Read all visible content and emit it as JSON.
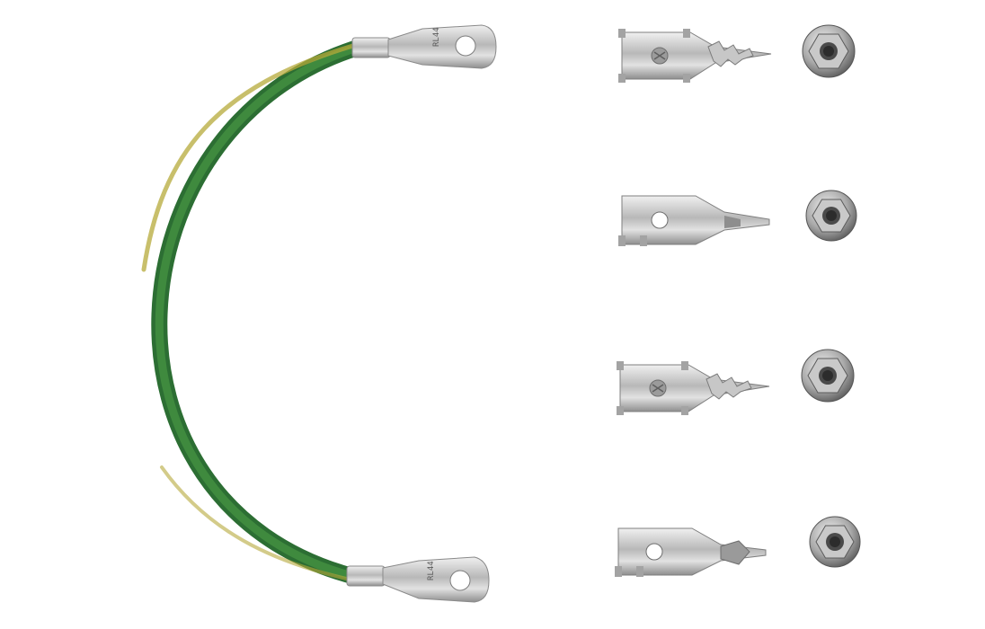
{
  "image": {
    "background_color": "#ffffff",
    "subject": "grounding-cable-kit",
    "cable": {
      "insulation_color": "#2f7a3a",
      "stripe_color": "#c9b92a",
      "lug_color": "#bdbdbd",
      "lugs": [
        {
          "stamp_text": "RL44"
        },
        {
          "stamp_text": "RL44"
        }
      ]
    },
    "clips": [
      {
        "style": "serrated"
      },
      {
        "style": "plain"
      },
      {
        "style": "serrated"
      },
      {
        "style": "plain"
      }
    ],
    "nuts": [
      {
        "type": "hex-flange"
      },
      {
        "type": "hex-flange"
      },
      {
        "type": "hex-flange"
      },
      {
        "type": "hex-flange"
      }
    ]
  }
}
